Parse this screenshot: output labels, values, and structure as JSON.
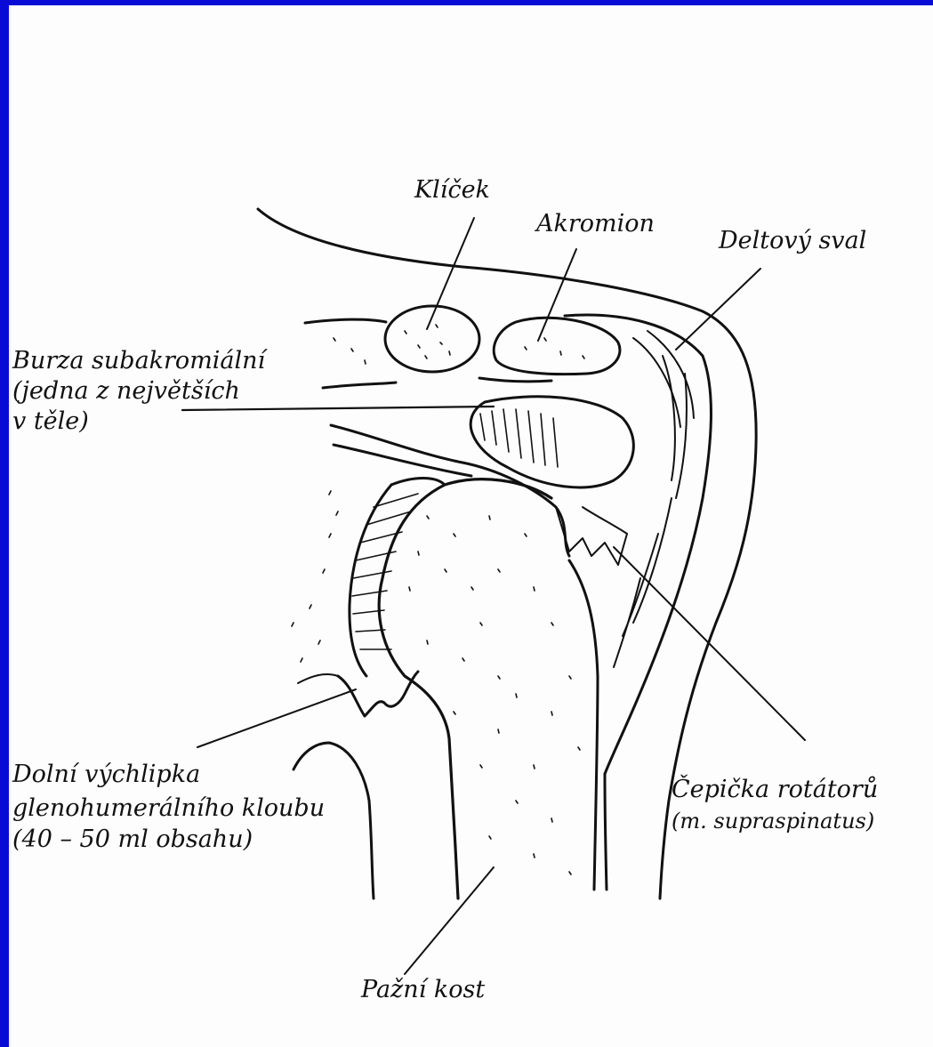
{
  "labels": {
    "klicek": "Klíček",
    "akromion": "Akromion",
    "deltovy_sval": "Deltový sval",
    "burza_line1": "Burza subakromiální",
    "burza_line2": "(jedna z největších",
    "burza_line3": "v těle)",
    "dolni_line1": "Dolní výchlipka",
    "dolni_line2": "glenohumerálního kloubu",
    "dolni_line3": "(40 – 50 ml obsahu)",
    "cepicka_line1": "Čepička rotátorů",
    "cepicka_line2": "(m. supraspinatus)",
    "pazni_kost": "Pažní kost"
  },
  "colors": {
    "frame": "#0a0ad6",
    "paper": "#fdfdfd",
    "ink": "#111111"
  }
}
